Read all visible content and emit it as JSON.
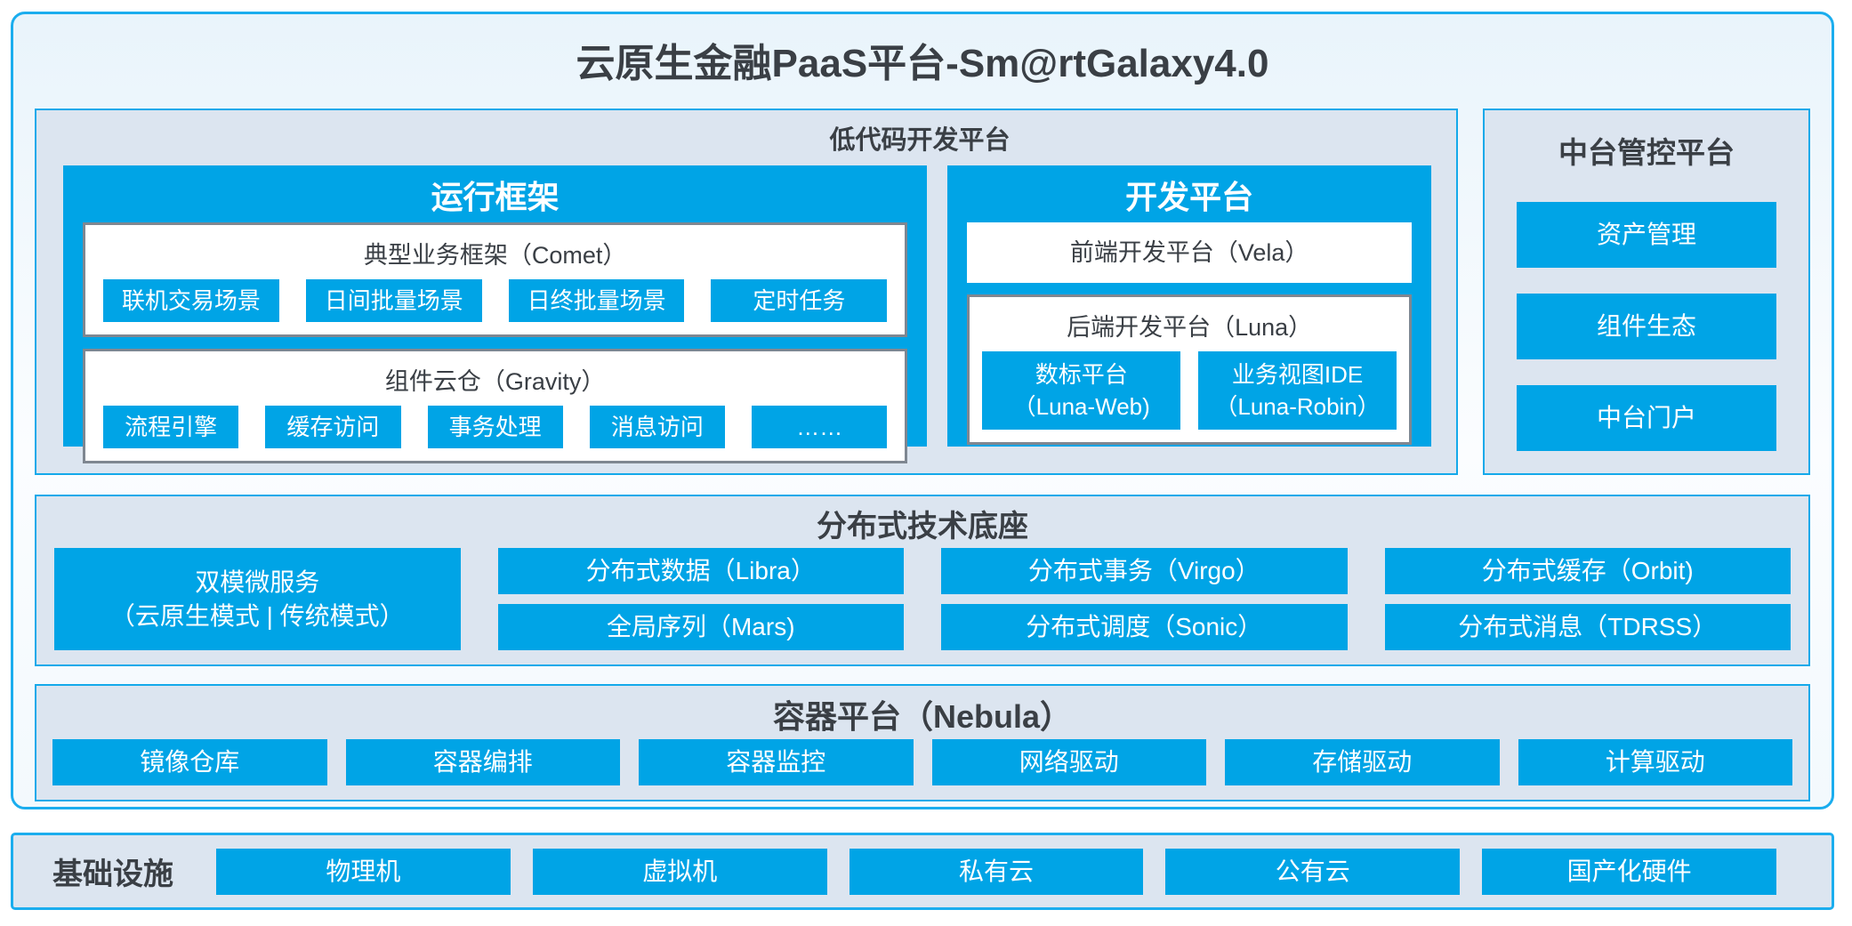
{
  "page": {
    "title": "云原生金融PaaS平台-Sm@rtGalaxy4.0"
  },
  "colors": {
    "accent_blue": "#00a4e6",
    "border_blue": "#1badee",
    "panel_bg": "#dce5f0",
    "white_box_border": "#7f8791",
    "dark_text": "#3a3f45"
  },
  "low_code": {
    "title": "低代码开发平台",
    "runtime": {
      "title": "运行框架",
      "groups": [
        {
          "title": "典型业务框架（Comet）",
          "items": [
            "联机交易场景",
            "日间批量场景",
            "日终批量场景",
            "定时任务"
          ]
        },
        {
          "title": "组件云仓（Gravity）",
          "items": [
            "流程引擎",
            "缓存访问",
            "事务处理",
            "消息访问",
            "……"
          ]
        }
      ]
    },
    "dev": {
      "title": "开发平台",
      "frontend": "前端开发平台（Vela）",
      "backend": {
        "title": "后端开发平台（Luna）",
        "items": [
          {
            "line1": "数标平台",
            "line2": "（Luna-Web)"
          },
          {
            "line1": "业务视图IDE",
            "line2": "（Luna-Robin）"
          }
        ]
      }
    }
  },
  "mid_platform": {
    "title": "中台管控平台",
    "items": [
      "资产管理",
      "组件生态",
      "中台门户"
    ]
  },
  "distributed": {
    "title": "分布式技术底座",
    "dual_mode": {
      "line1": "双模微服务",
      "line2": "（云原生模式 | 传统模式）"
    },
    "row1": [
      "分布式数据（Libra）",
      "分布式事务（Virgo）",
      "分布式缓存（Orbit)"
    ],
    "row2": [
      "全局序列（Mars)",
      "分布式调度（Sonic）",
      "分布式消息（TDRSS）"
    ]
  },
  "container_platform": {
    "title": "容器平台（Nebula）",
    "items": [
      "镜像仓库",
      "容器编排",
      "容器监控",
      "网络驱动",
      "存储驱动",
      "计算驱动"
    ]
  },
  "infrastructure": {
    "title": "基础设施",
    "items": [
      "物理机",
      "虚拟机",
      "私有云",
      "公有云",
      "国产化硬件"
    ]
  }
}
